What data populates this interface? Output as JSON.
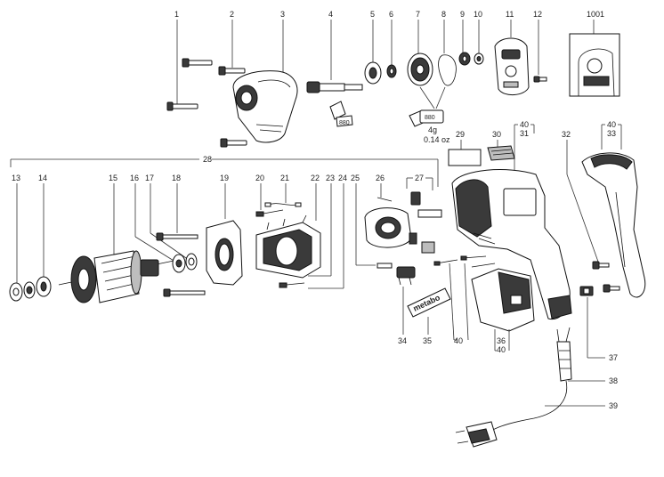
{
  "labels": {
    "l1": "1",
    "l2": "2",
    "l3": "3",
    "l4": "4",
    "l5": "5",
    "l6": "6",
    "l7": "7",
    "l8": "8",
    "l9": "9",
    "l10": "10",
    "l11": "11",
    "l12": "12",
    "l1001": "1001",
    "l13": "13",
    "l14": "14",
    "l15": "15",
    "l16": "16",
    "l17": "17",
    "l18": "18",
    "l19": "19",
    "l20": "20",
    "l21": "21",
    "l22": "22",
    "l23": "23",
    "l24": "24",
    "l25": "25",
    "l26": "26",
    "l27": "27",
    "l28": "28",
    "l29": "29",
    "l30": "30",
    "l31": "31",
    "l32": "32",
    "l33": "33",
    "l34": "34",
    "l35": "35",
    "l36": "36",
    "l37": "37",
    "l38": "38",
    "l39": "39",
    "l40a": "40",
    "l40b": "40",
    "l40c": "40",
    "l40d": "40"
  },
  "grease": {
    "tube_label_a": "880",
    "tube_label_b": "880",
    "amount_g": "4g",
    "amount_oz": "0.14 oz"
  },
  "brand": {
    "logo_text": "metabo"
  },
  "colors": {
    "line": "#111111",
    "fill_dark": "#3a3a3a",
    "fill_grey": "#bdbdbd",
    "background": "#ffffff"
  }
}
